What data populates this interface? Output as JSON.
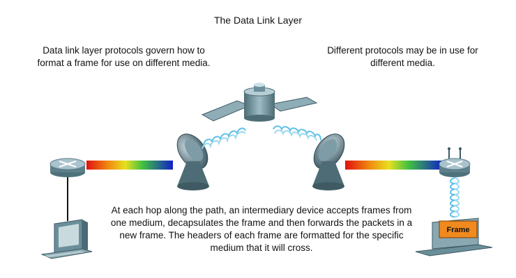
{
  "title": "The Data Link Layer",
  "notes": {
    "left": "Data link layer protocols govern how to format a frame for use on different media.",
    "right": "Different protocols may be in use for different media.",
    "hop": "At each hop along the path, an intermediary device accepts frames from one medium, decapsulates the frame and then forwards the packets in a new frame. The headers of each frame are formatted for the specific medium that it will cross."
  },
  "frame_label": "Frame",
  "colors": {
    "device_body": "#6b8f9a",
    "device_top": "#a9c3cc",
    "coil": "#5fc0e8",
    "frame_box": "#f08a1e"
  },
  "icons": [
    "router-icon",
    "computer-icon",
    "satellite-dish-icon",
    "satellite-icon",
    "wireless-router-icon",
    "laptop-icon"
  ]
}
